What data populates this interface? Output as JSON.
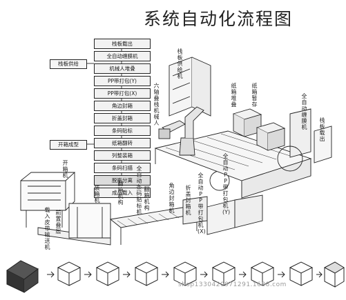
{
  "title": "系统自动化流程图",
  "flow_steps": [
    "栈板载出",
    "全自动缠膜机",
    "机械人堆叠",
    "PP带打包(Y)",
    "PP带打包(X)",
    "角边封箱",
    "折盖封箱",
    "条码贴标",
    "纸箱翻转",
    "列整装箱",
    "条码扫描",
    "脱瓶分离",
    "成品载入"
  ],
  "side_boxes": {
    "pallet_supply": "栈板供给",
    "case_forming": "开箱成型"
  },
  "labels": {
    "pallet_supply_machine": "栈板供给机",
    "six_axis_robot": "六轴叠栈机械人",
    "carton_stack": "纸箱堆叠",
    "carton_temp": "纸箱暂存",
    "auto_wrapper": "全自动缠膜机",
    "pallet_out": "栈板载出",
    "case_erector": "开箱机",
    "case_packer": "装箱机",
    "flip_machine": "翻箱机构",
    "auto_label": "全自动条码贴标机",
    "flip_case": "翻箱机构",
    "corner_seal": "角边封箱机",
    "fold_seal": "折盖封箱机",
    "pp_auto_x": "全自动PP带打包机(X)",
    "pp_auto_y": "全自动PP带打包机(Y)",
    "carton_intake": "载入皮带输送机",
    "layering_belt": "前置叠层"
  },
  "watermark": "shop1330420971291.1688.com"
}
